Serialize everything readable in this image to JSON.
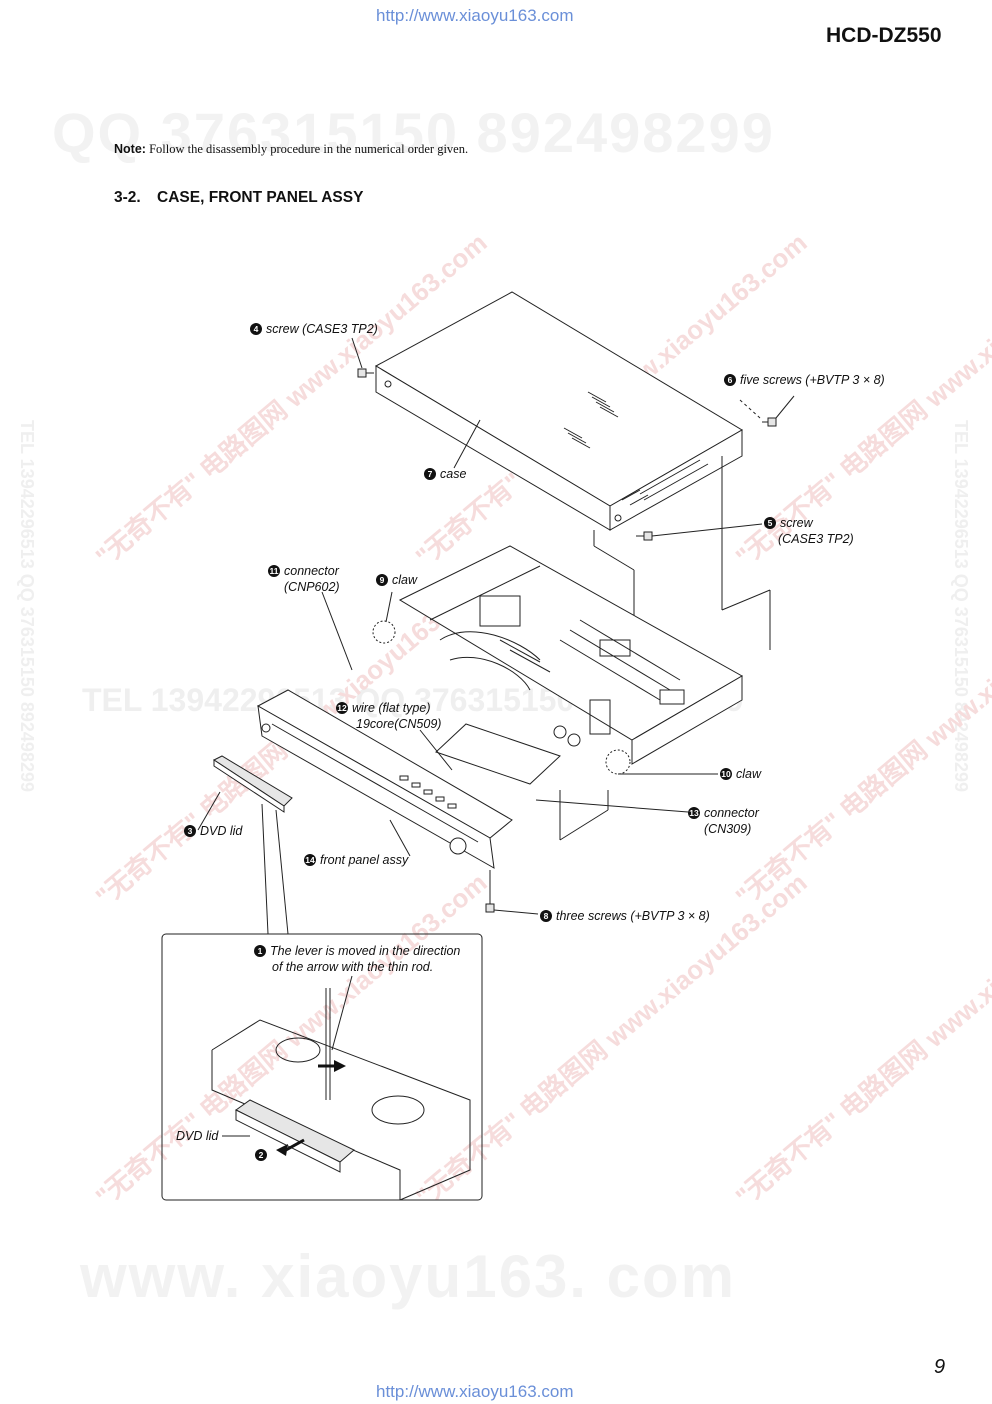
{
  "header": {
    "url_top": "http://www.xiaoyu163.com",
    "model": "HCD-DZ550"
  },
  "note": {
    "label": "Note:",
    "text": "Follow the disassembly procedure in the numerical order given."
  },
  "section": {
    "number": "3-2.",
    "title": "CASE, FRONT PANEL ASSY"
  },
  "callouts": {
    "c1": {
      "num": "1",
      "line1": "The lever is moved in the direction",
      "line2": "of the arrow with the thin rod."
    },
    "c2": {
      "num": "2"
    },
    "c3": {
      "num": "3",
      "text": "DVD lid"
    },
    "c4": {
      "num": "4",
      "text": "screw (CASE3 TP2)"
    },
    "c5": {
      "num": "5",
      "line1": "screw",
      "line2": "(CASE3 TP2)"
    },
    "c6": {
      "num": "6",
      "text": "five screws (+BVTP 3 × 8)"
    },
    "c7": {
      "num": "7",
      "text": "case"
    },
    "c8": {
      "num": "8",
      "text": "three screws (+BVTP 3 × 8)"
    },
    "c9": {
      "num": "9",
      "text": "claw"
    },
    "c10": {
      "num": "10",
      "text": "claw"
    },
    "c11": {
      "num": "11",
      "line1": "connector",
      "line2": "(CNP602)"
    },
    "c12": {
      "num": "12",
      "line1": "wire (flat type)",
      "line2": "19core(CN509)"
    },
    "c13": {
      "num": "13",
      "line1": "connector",
      "line2": "(CN309)"
    },
    "c14": {
      "num": "14",
      "text": "front panel assy"
    },
    "dvd_lid_inset": "DVD lid"
  },
  "watermarks": {
    "qq_line": "QQ 376315150    892498299",
    "tel_line": "TEL 13942296513   QQ 376315150   892498299",
    "side_text": "TEL 13942296513  QQ 376315150  892498299",
    "red_text": "\"无奇不有\" 电路图网  www.xiaoyu163.com",
    "bottom": "www. xiaoyu163. com"
  },
  "footer": {
    "page_number": "9",
    "url_bottom": "http://www.xiaoyu163.com"
  }
}
